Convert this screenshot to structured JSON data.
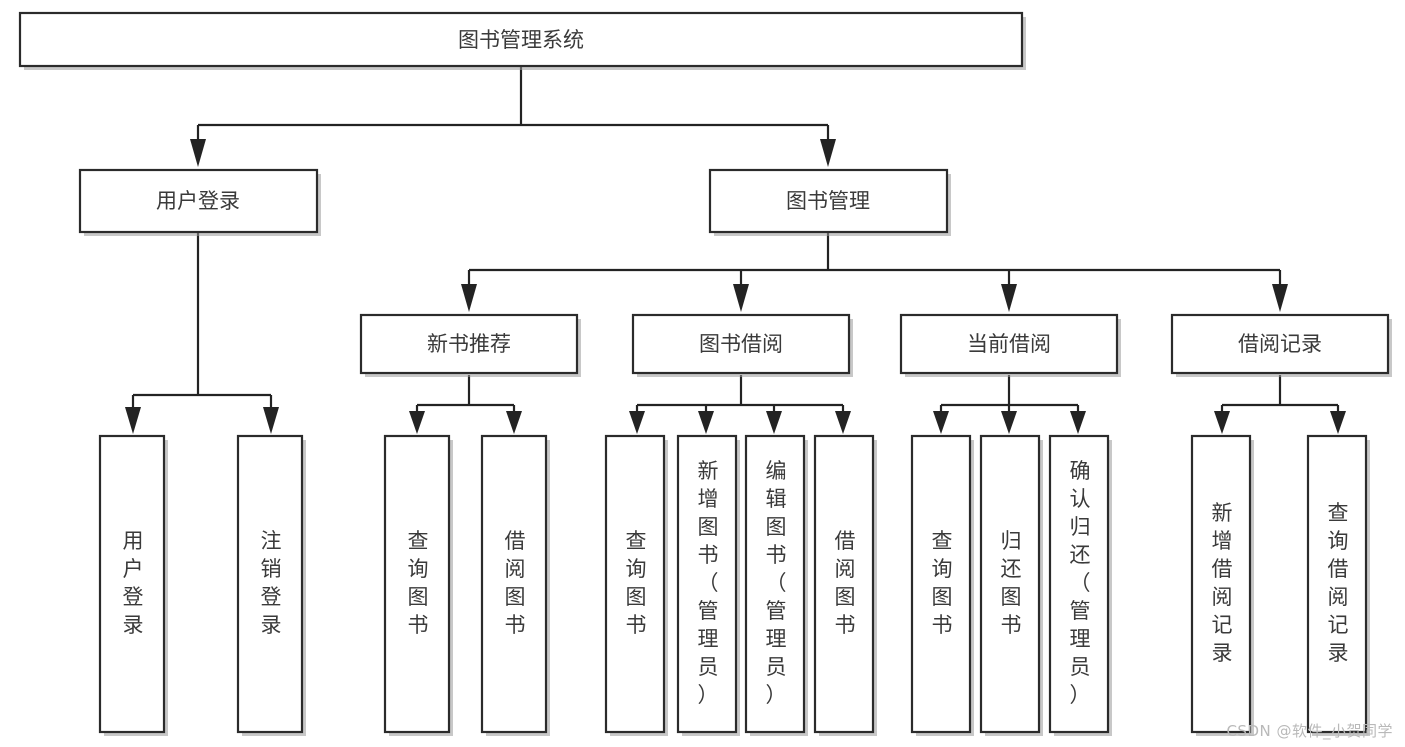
{
  "diagram": {
    "title": "图书管理系统",
    "root": {
      "id": "root",
      "label": "图书管理系统",
      "orientation": "horizontal"
    },
    "level2": [
      {
        "id": "user-login",
        "label": "用户登录",
        "orientation": "horizontal"
      },
      {
        "id": "book-management",
        "label": "图书管理",
        "orientation": "horizontal"
      }
    ],
    "level3": [
      {
        "id": "new-book-recommend",
        "label": "新书推荐",
        "orientation": "horizontal",
        "parent": "book-management"
      },
      {
        "id": "book-borrow",
        "label": "图书借阅",
        "orientation": "horizontal",
        "parent": "book-management"
      },
      {
        "id": "current-borrow",
        "label": "当前借阅",
        "orientation": "horizontal",
        "parent": "book-management"
      },
      {
        "id": "borrow-record",
        "label": "借阅记录",
        "orientation": "horizontal",
        "parent": "book-management"
      }
    ],
    "leaves": [
      {
        "id": "leaf-user-login",
        "label": "用户登录",
        "orientation": "vertical",
        "parent": "user-login"
      },
      {
        "id": "leaf-logout-login",
        "label": "注销登录",
        "orientation": "vertical",
        "parent": "user-login"
      },
      {
        "id": "leaf-query-book-1",
        "label": "查询图书",
        "orientation": "vertical",
        "parent": "new-book-recommend"
      },
      {
        "id": "leaf-borrow-book-1",
        "label": "借阅图书",
        "orientation": "vertical",
        "parent": "new-book-recommend"
      },
      {
        "id": "leaf-query-book-2",
        "label": "查询图书",
        "orientation": "vertical",
        "parent": "book-borrow"
      },
      {
        "id": "leaf-add-book",
        "label": "新增图书（管理员）",
        "orientation": "vertical",
        "parent": "book-borrow"
      },
      {
        "id": "leaf-edit-book",
        "label": "编辑图书（管理员）",
        "orientation": "vertical",
        "parent": "book-borrow"
      },
      {
        "id": "leaf-borrow-book-2",
        "label": "借阅图书",
        "orientation": "vertical",
        "parent": "book-borrow"
      },
      {
        "id": "leaf-query-book-3",
        "label": "查询图书",
        "orientation": "vertical",
        "parent": "current-borrow"
      },
      {
        "id": "leaf-return-book",
        "label": "归还图书",
        "orientation": "vertical",
        "parent": "current-borrow"
      },
      {
        "id": "leaf-confirm-return",
        "label": "确认归还（管理员）",
        "orientation": "vertical",
        "parent": "current-borrow"
      },
      {
        "id": "leaf-add-record",
        "label": "新增借阅记录",
        "orientation": "vertical",
        "parent": "borrow-record"
      },
      {
        "id": "leaf-query-record",
        "label": "查询借阅记录",
        "orientation": "vertical",
        "parent": "borrow-record"
      }
    ]
  },
  "watermark": {
    "text": "CSDN @软件_小贺同学"
  },
  "colors": {
    "box_stroke": "#2b2b2b",
    "connector": "#232323",
    "text": "#3a3a3a",
    "background": "#ffffff",
    "watermark": "#b9b9b9"
  }
}
